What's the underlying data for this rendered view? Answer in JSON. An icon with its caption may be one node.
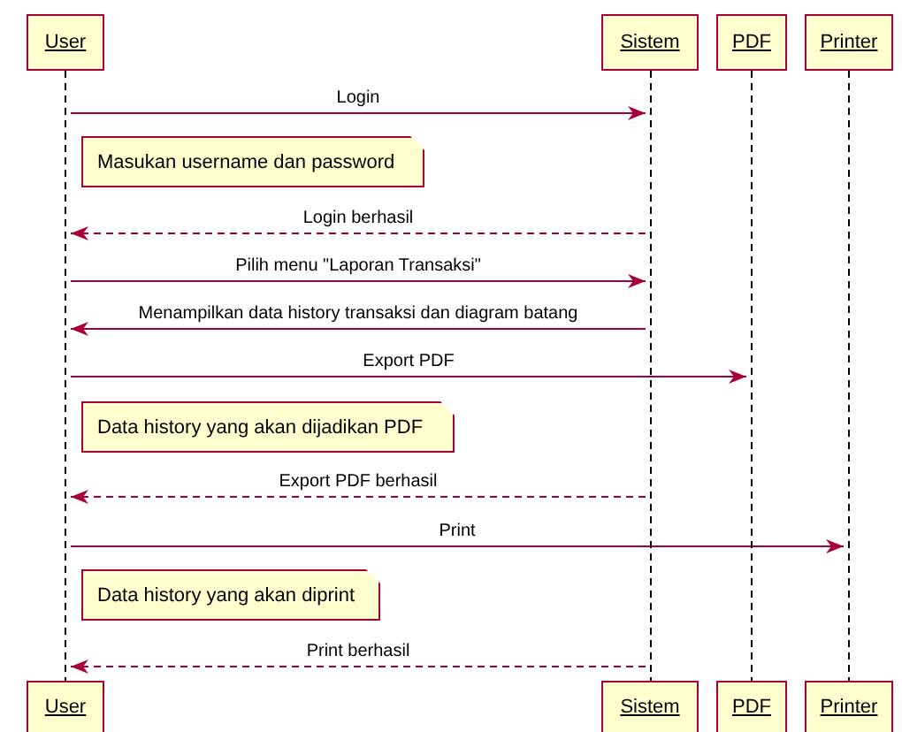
{
  "diagram": {
    "nodes": [
      {
        "text": [
          "User"
        ]
      },
      {
        "text": [
          "Sistem"
        ]
      },
      {
        "text": [
          "PDF"
        ]
      },
      {
        "text": [
          "Printer"
        ]
      },
      {
        "text": [],
        "shape": "line"
      },
      {
        "text": [],
        "shape": "line"
      },
      {
        "text": [],
        "shape": "line"
      },
      {
        "text": [],
        "shape": "line"
      },
      {
        "text": [
          "Masukan username dan password"
        ]
      },
      {
        "text": [
          "Data history yang akan dijadikan PDF"
        ]
      },
      {
        "text": [
          "Data history yang akan diprint"
        ]
      },
      {
        "text": [
          "User"
        ]
      },
      {
        "text": [
          "Sistem"
        ]
      },
      {
        "text": [
          "PDF"
        ]
      },
      {
        "text": [
          "Printer"
        ]
      }
    ],
    "edges": [
      {
        "from": 4,
        "to": 5,
        "arrow": "to",
        "label": "Login"
      },
      {
        "from": 5,
        "to": 4,
        "arrow": "to",
        "label": "Login berhasil",
        "style": "dashed"
      },
      {
        "from": 4,
        "to": 5,
        "arrow": "to",
        "label": "Pilih menu \"Laporan Transaksi\""
      },
      {
        "from": 5,
        "to": 4,
        "arrow": "to",
        "label": "Menampilkan data history transaksi dan diagram batang"
      },
      {
        "from": 4,
        "to": 6,
        "arrow": "to",
        "label": "Export PDF"
      },
      {
        "from": 5,
        "to": 4,
        "arrow": "to",
        "label": "Export PDF berhasil",
        "style": "dashed"
      },
      {
        "from": 4,
        "to": 7,
        "arrow": "to",
        "label": "Print"
      },
      {
        "from": 5,
        "to": 4,
        "arrow": "to",
        "label": "Print berhasil",
        "style": "dashed"
      }
    ]
  }
}
